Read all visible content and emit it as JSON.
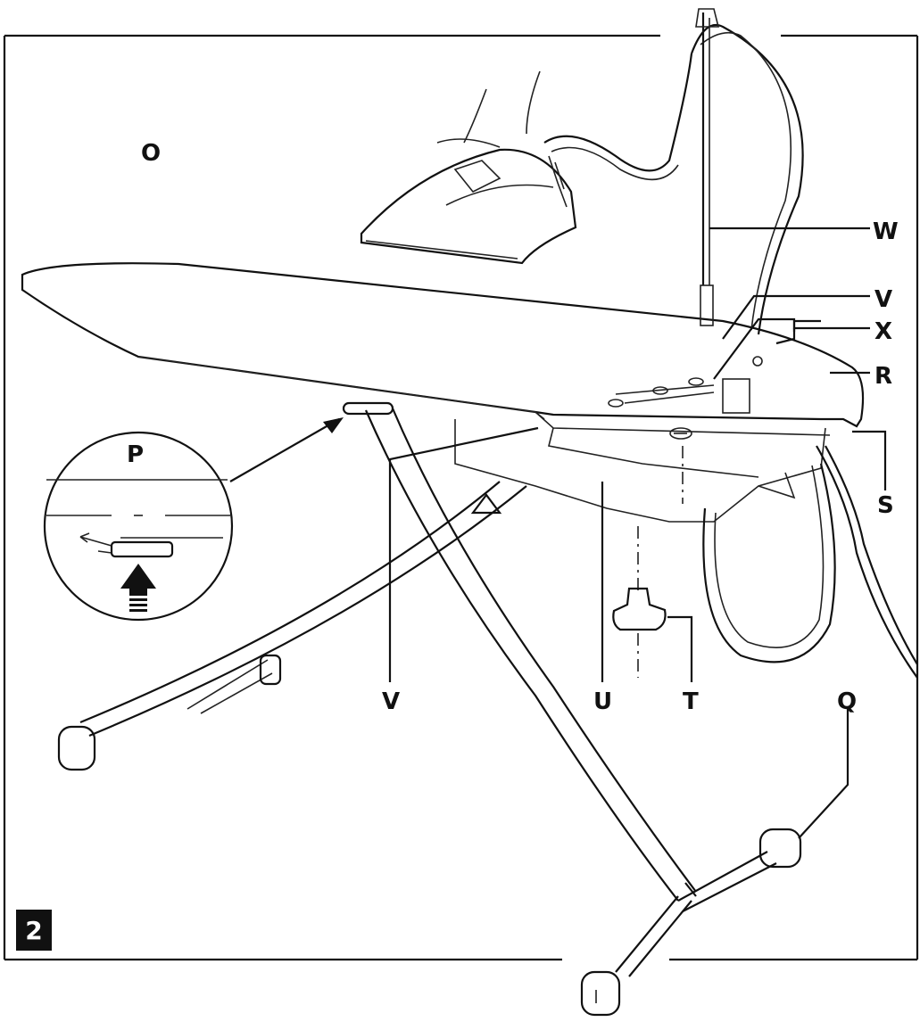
{
  "figure": {
    "number": "2"
  },
  "labels": {
    "O": "O",
    "P": "P",
    "Q": "Q",
    "R": "R",
    "S": "S",
    "T": "T",
    "U": "U",
    "V_top": "V",
    "V_bottom": "V",
    "W": "W",
    "X": "X"
  },
  "colors": {
    "ink": "#111111",
    "paper": "#ffffff"
  }
}
